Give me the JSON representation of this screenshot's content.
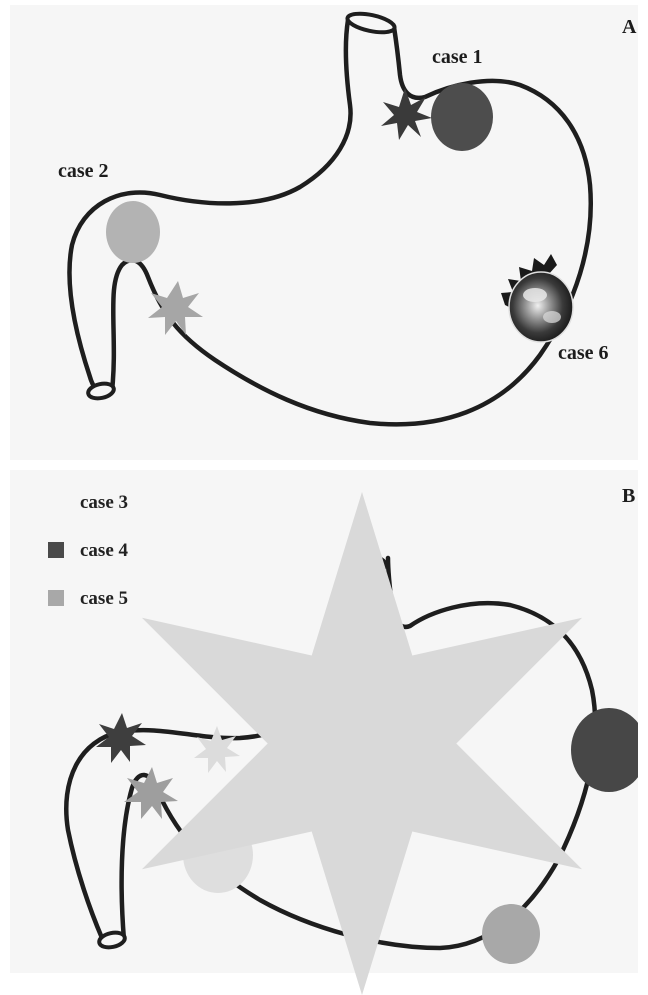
{
  "panel_a": {
    "letter": "A",
    "labels": {
      "case1": "case 1",
      "case2": "case 2",
      "case6": "case 6"
    }
  },
  "panel_b": {
    "letter": "B",
    "legend": [
      {
        "label": "case 3",
        "color": "#d9d9d9",
        "marker": "star"
      },
      {
        "label": "case 4",
        "color": "#4a4a4a",
        "marker": "square"
      },
      {
        "label": "case 5",
        "color": "#a8a8a8",
        "marker": "square"
      }
    ]
  },
  "colors": {
    "outline": "#1e1e1e",
    "case1": "#4d4d4d",
    "case2": "#b3b3b3",
    "case3": "#dcdcdc",
    "case4": "#4a4a4a",
    "case5": "#a8a8a8",
    "case6_dark": "#2a2a2a",
    "case6_light": "#e8e8e8"
  }
}
